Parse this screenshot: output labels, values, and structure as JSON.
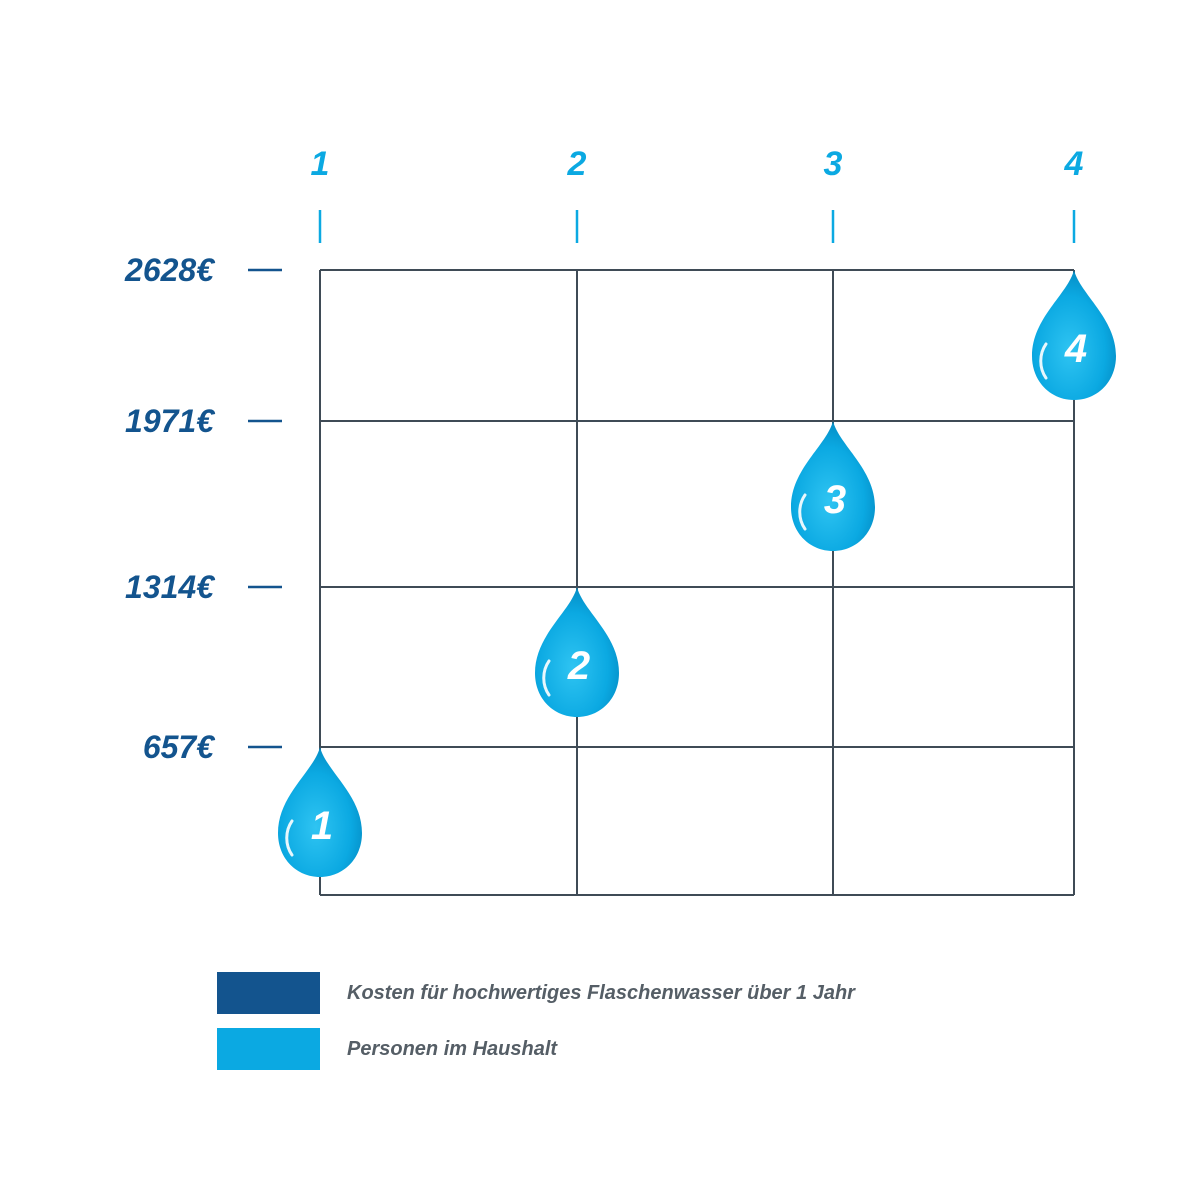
{
  "colors": {
    "cost": "#13548e",
    "persons": "#0ba9e2",
    "grid": "#3f4b56",
    "legend_text": "#555e66"
  },
  "legend": [
    {
      "label": "Kosten für hochwertiges Flaschenwasser über 1 Jahr",
      "color": "#13548e"
    },
    {
      "label": "Personen im Haushalt",
      "color": "#0ba9e2"
    }
  ],
  "chart_data": {
    "type": "scatter",
    "marker": "water-drop",
    "title": "",
    "xlabel": "",
    "ylabel": "",
    "x_ticks": [
      "1",
      "2",
      "3",
      "4"
    ],
    "y_ticks": [
      "657€",
      "1314€",
      "1971€",
      "2628€"
    ],
    "y_tick_values": [
      657,
      1314,
      1971,
      2628
    ],
    "ylim": [
      0,
      2628
    ],
    "grid": true,
    "legend_position": "bottom",
    "points": [
      {
        "x": 1,
        "y": 657,
        "label": "1"
      },
      {
        "x": 2,
        "y": 1314,
        "label": "2"
      },
      {
        "x": 3,
        "y": 1971,
        "label": "3"
      },
      {
        "x": 4,
        "y": 2628,
        "label": "4"
      }
    ]
  }
}
